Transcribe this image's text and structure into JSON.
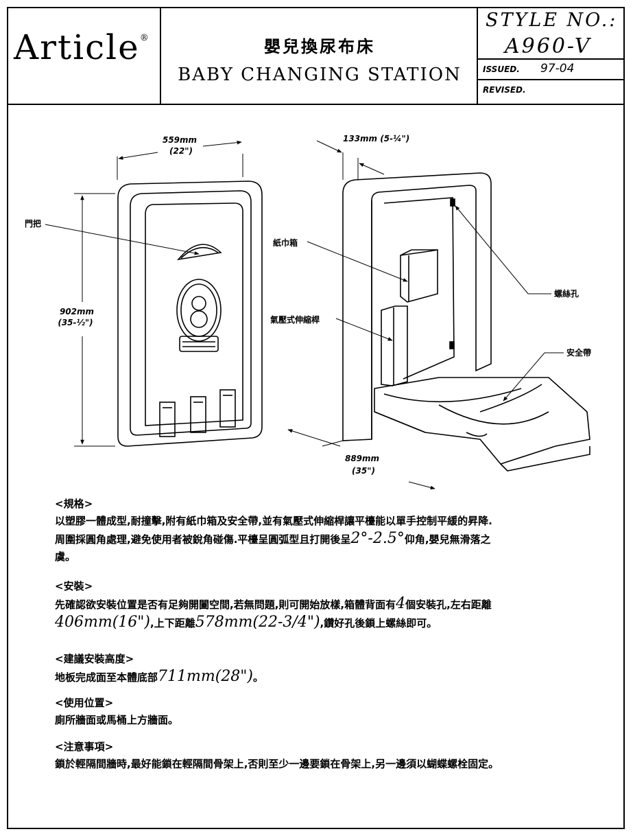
{
  "header": {
    "brand": "Article",
    "brand_mark": "®",
    "title_zh": "嬰兒換尿布床",
    "title_en": "BABY CHANGING STATION",
    "style_label": "STYLE NO.:",
    "style_no": "A960-V",
    "issued_label": "ISSUED.",
    "issued_value": "97-04",
    "revised_label": "REVISED."
  },
  "drawing": {
    "front": {
      "width_mm": "559mm",
      "width_in": "(22\")",
      "height_mm": "902mm",
      "height_in": "(35-½\")",
      "handle_label": "門把"
    },
    "side": {
      "depth_label": "133mm (5-¼\")",
      "length_mm": "889mm",
      "length_in": "(35\")",
      "tissue_box_label": "紙巾箱",
      "gas_spring_label": "氣壓式伸縮桿",
      "screw_hole_label": "螺絲孔",
      "safety_belt_label": "安全帶"
    }
  },
  "spec": {
    "heading": "<規格>",
    "line1": "以塑膠一體成型,耐撞擊,附有紙巾箱及安全帶,並有氣壓式伸縮桿讓平檯能以單手控制平緩的昇降.",
    "line2a": "周圍採圓角處理,避免使用者被銳角碰傷.平檯呈圓弧型且打開後呈",
    "line2_angle": "2°-2.5°",
    "line2b": "仰角,嬰兒無滑落之",
    "line3": "虞。"
  },
  "install": {
    "heading": "<安裝>",
    "line1a": "先確認欲安裝位置是否有足夠開闔空間,若無問題,則可開始放樣,箱體背面有",
    "line1_num": "4",
    "line1b": "個安裝孔,左右距離",
    "line2_a": "406mm(16\")",
    "line2_b": ",上下距離",
    "line2_c": "578mm(22-3/4\")",
    "line2_d": ",鑽好孔後鎖上螺絲即可。"
  },
  "height": {
    "heading": "<建議安裝高度>",
    "text": "地板完成面至本體底部",
    "value": "711mm(28\")",
    "end": "。"
  },
  "location": {
    "heading": "<使用位置>",
    "text": "廁所牆面或馬桶上方牆面。"
  },
  "notes": {
    "heading": "<注意事項>",
    "text": "鎖於輕隔間牆時,最好能鎖在輕隔間骨架上,否則至少一邊要鎖在骨架上,另一邊須以蝴蝶螺栓固定。"
  }
}
